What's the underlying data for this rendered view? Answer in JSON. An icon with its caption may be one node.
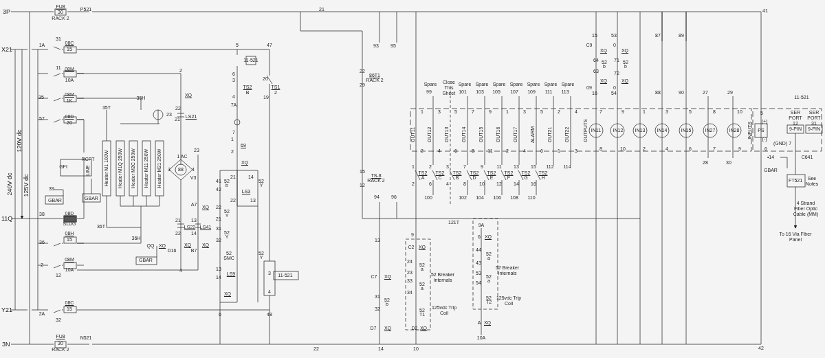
{
  "diagram": {
    "labels": [
      "3P",
      "FU8",
      "30",
      "RACK 2",
      "P521",
      "X21",
      "1A",
      "31",
      "08C",
      "15",
      "11",
      "08M",
      "10A",
      "35",
      "08M",
      "1K",
      "57",
      "08D",
      "20",
      "120V dc",
      "240V dc",
      "125V dc",
      "RCPT",
      "GFI",
      "LINE",
      "39",
      "GBAR",
      "GBAR",
      "11Q",
      "38",
      "08D",
      "SLUG",
      "36",
      "08H",
      "15",
      "2",
      "08M",
      "10A",
      "12",
      "Y21",
      "2A",
      "08C",
      "15",
      "32",
      "3N",
      "FU8",
      "30",
      "RACK 2",
      "N521",
      "35H",
      "35T",
      "23",
      "Heater M1 100W",
      "Heater M1Q 250W",
      "Heater M2C 250W",
      "Heater M11 250W",
      "Heater M21 250W",
      "36T",
      "36H",
      "88",
      "1 AC",
      "3",
      "4",
      "V3",
      "2",
      "XQ",
      "22",
      "21",
      "LS21",
      "23",
      "A7",
      "XQ",
      "21",
      "LS22",
      "22",
      "13",
      "LS41",
      "14",
      "D16",
      "XQ",
      "B7",
      "XQ",
      "4",
      "GBAR",
      "QQ",
      "XQ",
      "5",
      "47",
      "11-521",
      "6",
      "3",
      "TS2",
      "B",
      "20",
      "TS1",
      "2",
      "4",
      "19",
      "7A",
      "7",
      "1",
      "69",
      "2",
      "XQ",
      "41",
      "52",
      "b",
      "42",
      "21",
      "LS3",
      "22",
      "14",
      "52",
      "Y",
      "13",
      "22",
      "52",
      "Y",
      "21",
      "31",
      "52",
      "Y",
      "32",
      "52",
      "SMC",
      "52",
      "Y",
      "13",
      "LS9",
      "14",
      "XQ",
      "3",
      "4",
      "11-521",
      "6",
      "48",
      "21",
      "22",
      "86T1",
      "RACK 2",
      "29",
      "93",
      "95",
      "15",
      "TS-8",
      "RACK 2",
      "12",
      "94",
      "96",
      "121T",
      "13",
      "C7",
      "XQ",
      "31",
      "52",
      "b",
      "32",
      "D7",
      "XQ",
      "22",
      "14",
      "10",
      "9",
      "C2",
      "XQ",
      "24",
      "52",
      "a",
      "23",
      "33",
      "52",
      "a",
      "34",
      "52",
      "T1",
      "52 Breaker Internals",
      "125vdc Trip Coil",
      "D2",
      "XQ",
      "9A",
      "6",
      "XQ",
      "44",
      "52",
      "a",
      "43",
      "53",
      "52",
      "a",
      "54",
      "52",
      "T2",
      "52 Breaker Internals",
      "125vdc Trip Coil",
      "A",
      "XQ",
      "10A",
      "Spare",
      "Close This Sheet",
      "Spare",
      "Spare",
      "Spare",
      "Spare",
      "Spare",
      "Spare",
      "Spare",
      "99",
      "101",
      "103",
      "105",
      "107",
      "109",
      "111",
      "113",
      "1",
      "3",
      "5",
      "7",
      "9",
      "1",
      "3",
      "5",
      "2",
      "4",
      "OUT11",
      "OUT12",
      "OUT13",
      "OUT14",
      "OUT15",
      "OUT16",
      "OUT17",
      "ALARM",
      "OUT21",
      "OUT22",
      "OUTPUTS",
      "2",
      "4",
      "6",
      "8",
      "11",
      "2",
      "4",
      "6",
      "1",
      "3",
      "1",
      "2",
      "3",
      "7",
      "9",
      "11",
      "13",
      "15",
      "112",
      "114",
      "TS2",
      "A",
      "TS2",
      "C",
      "TS2",
      "B",
      "TS2",
      "D",
      "TS2",
      "E",
      "TS2",
      "F",
      "TS2",
      "G",
      "TS2",
      "H",
      "2",
      "6",
      "4",
      "8",
      "10",
      "12",
      "14",
      "16",
      "100",
      "102",
      "104",
      "106",
      "108",
      "110",
      "15",
      "53",
      "C9",
      "XQ",
      "0",
      "XQ",
      "64",
      "52",
      "b",
      "63",
      "71",
      "52",
      "b",
      "72",
      "XQ",
      "XQ",
      "09",
      "0",
      "16",
      "54",
      "87",
      "89",
      "88",
      "90",
      "27",
      "29",
      "7",
      "9",
      "1",
      "3",
      "5",
      "8",
      "10",
      "IN11",
      "IN12",
      "IN13",
      "IN14",
      "IN15",
      "IN27",
      "IN28",
      "8",
      "10",
      "2",
      "4",
      "6",
      "7",
      "9",
      "28",
      "30",
      "41",
      "42",
      "INPUTS",
      "PS",
      "5",
      "(+)",
      "(-)",
      "6",
      "11-521",
      "SER PORT 12",
      "SER PORT 31",
      "9-PIN",
      "9-PIN",
      "(GND) 7",
      "•14",
      "C641",
      "GBAR",
      "FT521",
      "See Notes",
      "4 Strand Fiber Optic Cable (MM)",
      "To 16 Via Fiber Panel"
    ]
  }
}
